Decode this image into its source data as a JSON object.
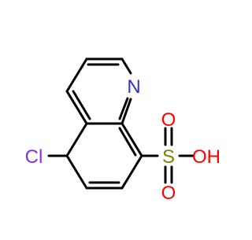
{
  "atoms": {
    "nitrogen": "N",
    "chlorine": "Cl",
    "sulfur": "S",
    "oxygen_top": "O",
    "oxygen_bottom": "O",
    "hydroxyl": "OH"
  },
  "colors": {
    "bond": "#000000",
    "nitrogen": "#3333cc",
    "chlorine": "#8a2be2",
    "sulfur": "#808000",
    "oxygen": "#ff0000"
  }
}
